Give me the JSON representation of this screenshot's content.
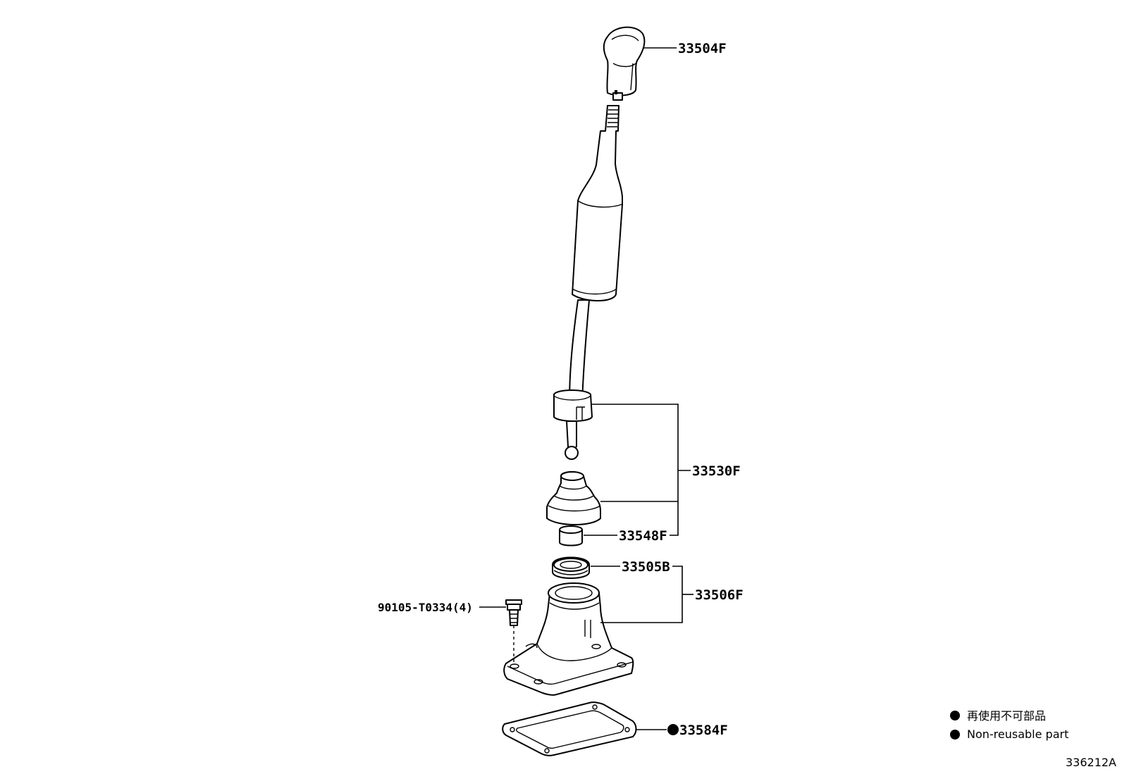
{
  "labels": {
    "knob": "33504F",
    "lever_assy": "33530F",
    "bushing": "33548F",
    "seal": "33505B",
    "retainer": "33506F",
    "bolt": "90105-T0334(4)",
    "gasket": "33584F"
  },
  "legend": {
    "items": [
      "再使用不可部品",
      "Non-reusable part"
    ]
  },
  "figure_id": "336212A"
}
